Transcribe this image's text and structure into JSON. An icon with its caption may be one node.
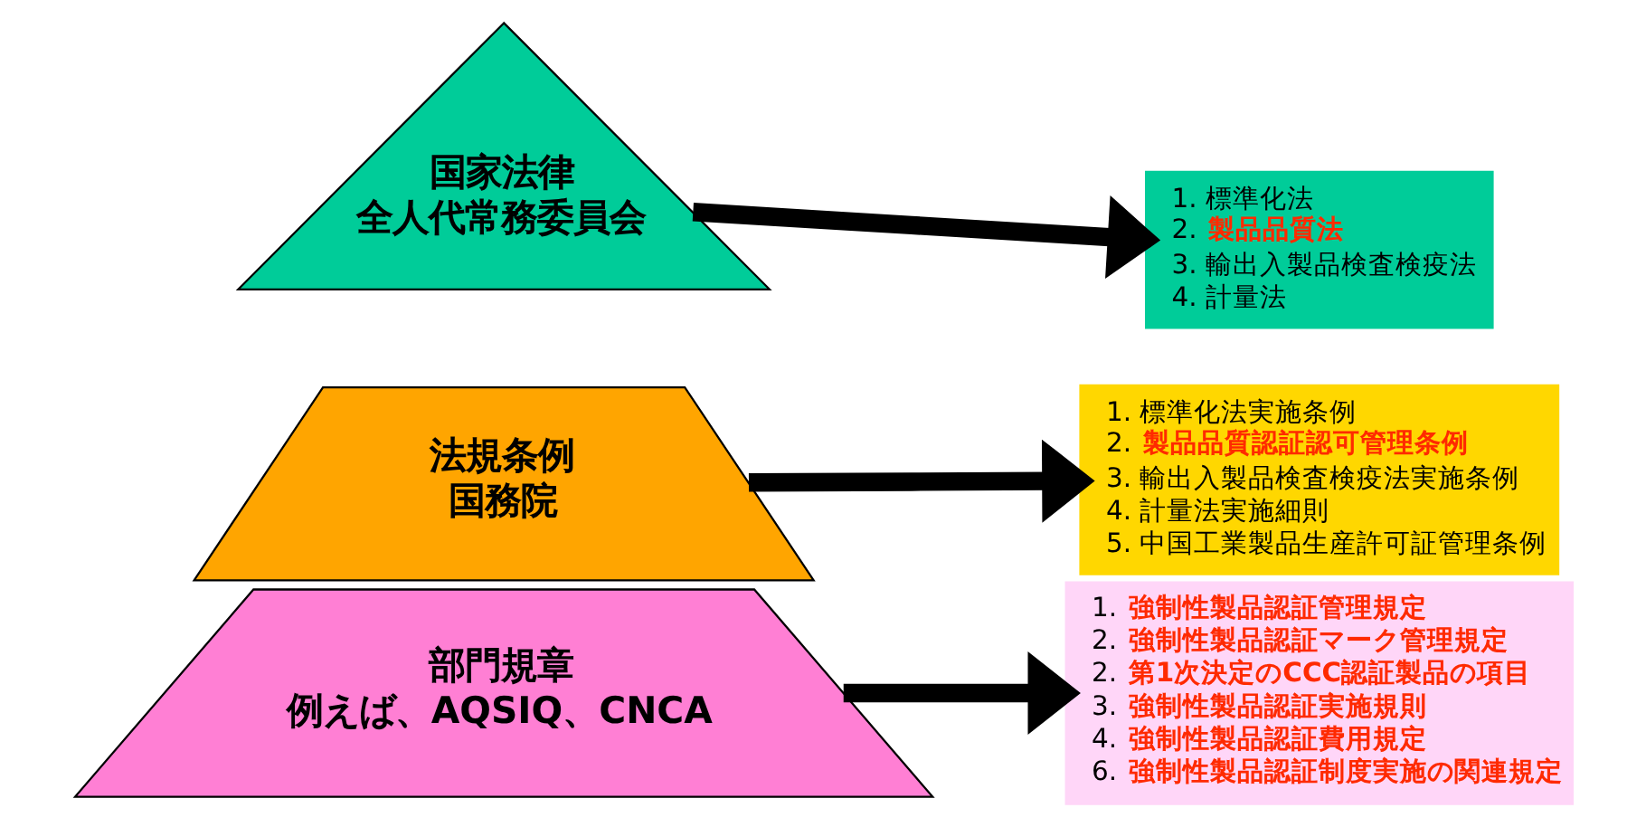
{
  "diagram": {
    "nodes": [
      {
        "text": [
          "国家法律",
          "全人代常務委員会"
        ]
      },
      {
        "text": [
          "法規条例",
          "国務院"
        ]
      },
      {
        "text": [
          "部門規章",
          "例えば、AQSIQ、CNCA"
        ]
      },
      {
        "text": [
          "1. 標準化法",
          "2. 製品品質法",
          "3. 輸出入製品検査検疫法",
          "4. 計量法"
        ]
      },
      {
        "text": [
          "1. 標準化法実施条例",
          "2. 製品品質認証認可管理条例",
          "3. 輸出入製品検査検疫法実施条例",
          "4. 計量法実施細則",
          "5. 中国工業製品生産許可証管理条例"
        ]
      },
      {
        "text": [
          "1. 強制性製品認証管理規定",
          "2. 強制性製品認証マーク管理規定",
          "2. 第1次決定のCCC認証製品の項目",
          "3. 強制性製品認証実施規則",
          "4. 強制性製品認証費用規定",
          "6. 強制性製品認証制度実施の関連規定"
        ]
      }
    ],
    "edges": [
      {
        "from": 0,
        "to": 3,
        "arrow": "to"
      },
      {
        "from": 1,
        "to": 4,
        "arrow": "to"
      },
      {
        "from": 2,
        "to": 5,
        "arrow": "to"
      }
    ]
  }
}
